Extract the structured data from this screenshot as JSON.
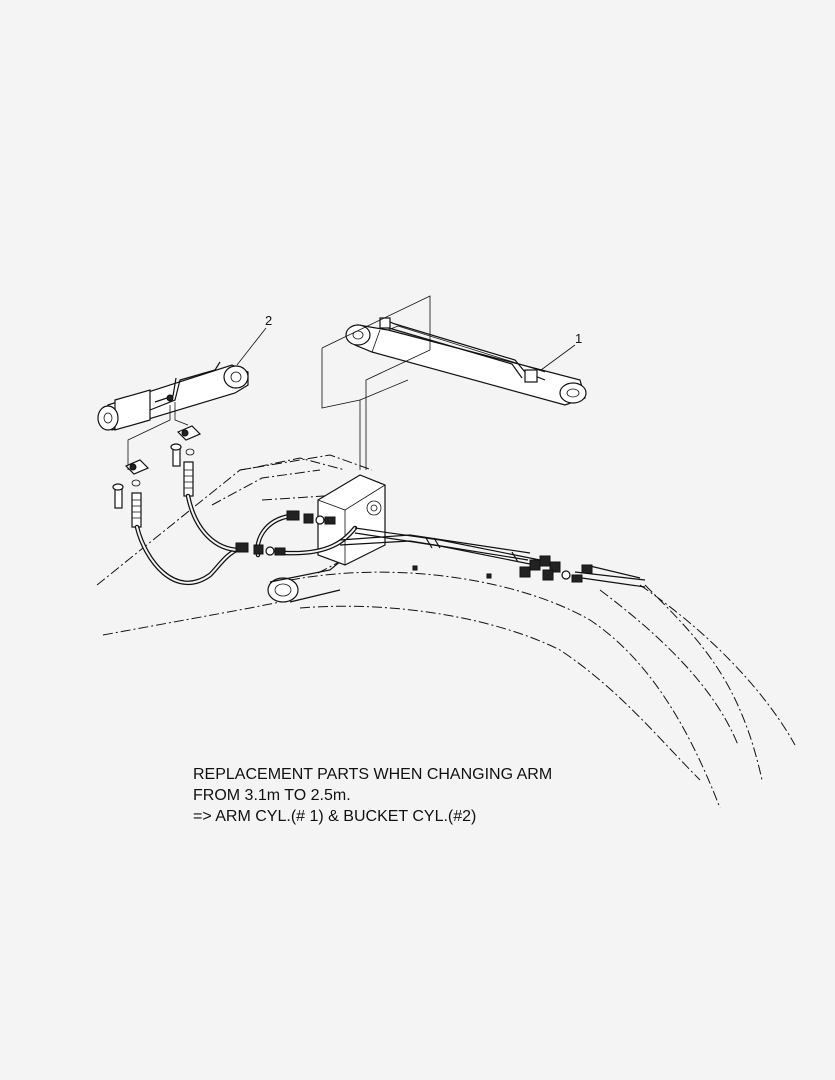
{
  "callouts": {
    "arm_cylinder": "1",
    "bucket_cylinder": "2"
  },
  "note": {
    "line1": "REPLACEMENT PARTS WHEN CHANGING ARM",
    "line2": "FROM 3.1m TO 2.5m.",
    "line3": "=> ARM CYL.(# 1) & BUCKET CYL.(#2)"
  }
}
